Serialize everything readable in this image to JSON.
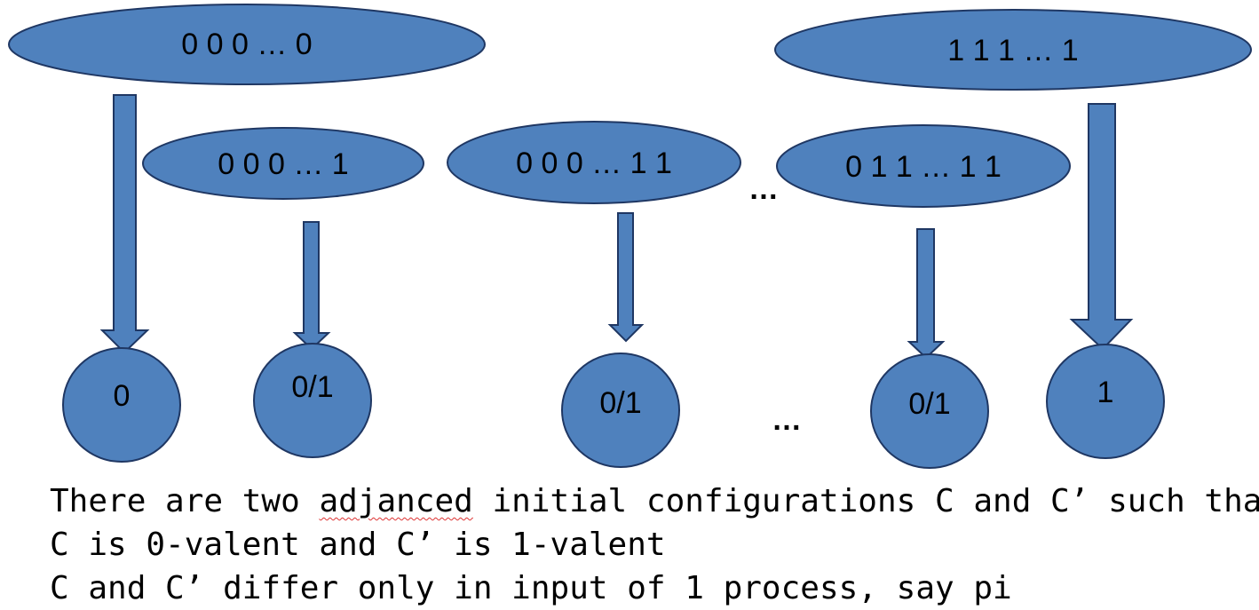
{
  "diagram": {
    "colors": {
      "fill": "#4f81bd",
      "stroke": "#1f3763",
      "text": "#000000"
    },
    "configurations": [
      {
        "id": "c1",
        "label": "0 0 0 … 0"
      },
      {
        "id": "c2",
        "label": "0 0 0 … 1"
      },
      {
        "id": "c3",
        "label": "0 0 0 … 1 1"
      },
      {
        "id": "c4",
        "label": "0 1 1 … 1 1"
      },
      {
        "id": "c5",
        "label": "1 1 1 … 1"
      }
    ],
    "outcomes": [
      {
        "id": "o1",
        "label": "0"
      },
      {
        "id": "o2",
        "label": "0/1"
      },
      {
        "id": "o3",
        "label": "0/1"
      },
      {
        "id": "o4",
        "label": "0/1"
      },
      {
        "id": "o5",
        "label": "1"
      }
    ],
    "ellipsis_top": "…",
    "ellipsis_bottom": "…"
  },
  "caption": {
    "line1_before": "There are two ",
    "line1_misspelled": "adjanced",
    "line1_after": " initial configurations C and C’ such that",
    "line2": "C is 0-valent and C’ is 1-valent",
    "line3": "C and C’ differ only in input of 1 process, say pi"
  }
}
